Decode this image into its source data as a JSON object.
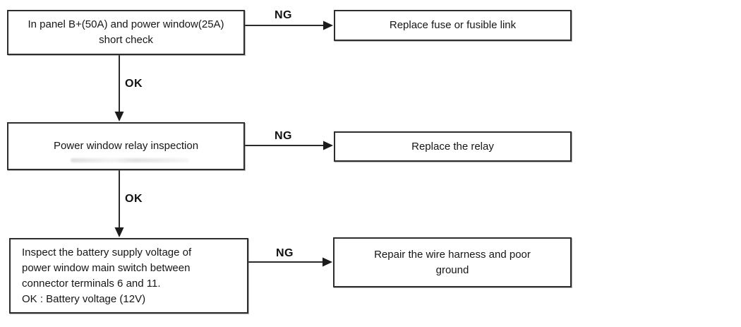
{
  "flowchart": {
    "colors": {
      "background": "#ffffff",
      "line": "#2b2b2b",
      "text": "#161616"
    },
    "steps": [
      {
        "id": "short-check",
        "text": "In panel B+(50A) and power window(25A)\nshort check"
      },
      {
        "id": "relay-inspection",
        "text": "Power window relay inspection"
      },
      {
        "id": "battery-voltage",
        "text": "Inspect the battery supply voltage of\npower window main switch between\nconnector terminals 6 and 11.\nOK : Battery voltage (12V)"
      }
    ],
    "remedies": [
      {
        "id": "replace-fuse",
        "text": "Replace fuse or fusible link"
      },
      {
        "id": "replace-relay",
        "text": "Replace the relay"
      },
      {
        "id": "repair-harness",
        "text": "Repair the wire harness and poor\nground"
      }
    ],
    "edges": [
      {
        "from": "short-check",
        "to": "replace-fuse",
        "label": "NG"
      },
      {
        "from": "short-check",
        "to": "relay-inspection",
        "label": "OK"
      },
      {
        "from": "relay-inspection",
        "to": "replace-relay",
        "label": "NG"
      },
      {
        "from": "relay-inspection",
        "to": "battery-voltage",
        "label": "OK"
      },
      {
        "from": "battery-voltage",
        "to": "repair-harness",
        "label": "NG"
      }
    ]
  }
}
